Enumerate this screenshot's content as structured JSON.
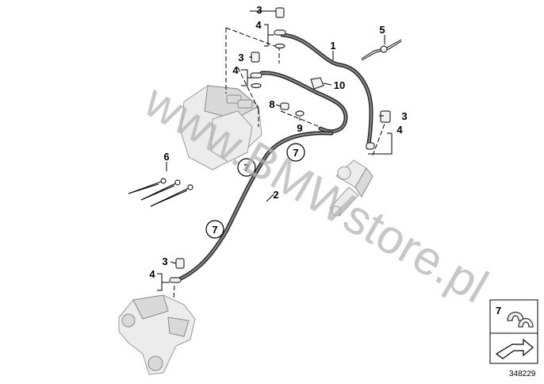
{
  "watermark": "www.BMWstore.pl",
  "diagram_number": "348229",
  "callouts": {
    "c1": "1",
    "c2": "2",
    "c3a": "3",
    "c3b": "3",
    "c3c": "3",
    "c3d": "3",
    "c4a": "4",
    "c4b": "4",
    "c4c": "4",
    "c4d": "4",
    "c5": "5",
    "c6": "6",
    "c7a": "7",
    "c7b": "7",
    "c7c": "7",
    "c8": "8",
    "c9": "9",
    "c10": "10"
  },
  "legend": {
    "item": "7"
  }
}
